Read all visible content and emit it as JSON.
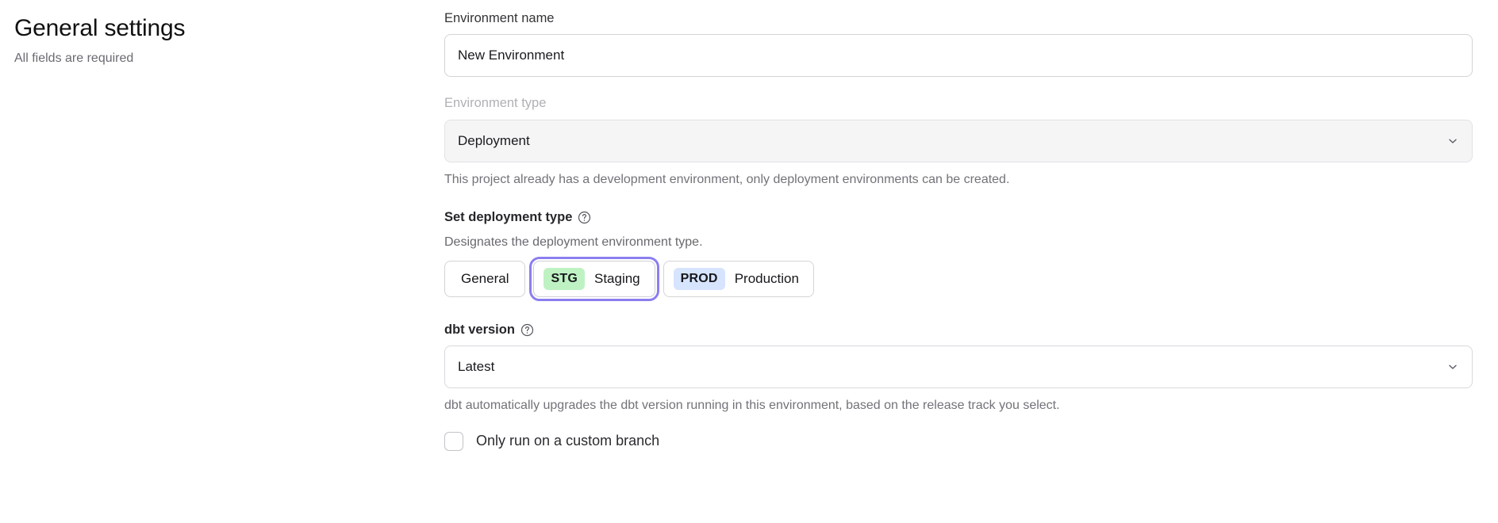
{
  "header": {
    "title": "General settings",
    "subtitle": "All fields are required"
  },
  "form": {
    "environment_name": {
      "label": "Environment name",
      "value": "New Environment",
      "placeholder": "Environment name"
    },
    "environment_type": {
      "label": "Environment type",
      "value": "Deployment",
      "disabled": true,
      "helper": "This project already has a development environment, only deployment environments can be created.",
      "chevron_icon": "chevron-down-icon"
    },
    "deployment_type": {
      "label": "Set deployment type",
      "help_icon": "help-circle-icon",
      "description": "Designates the deployment environment type.",
      "options": [
        {
          "id": "general",
          "badge": "",
          "label": "General",
          "selected": false
        },
        {
          "id": "staging",
          "badge": "STG",
          "label": "Staging",
          "selected": true,
          "badge_color": "#bff2c3"
        },
        {
          "id": "production",
          "badge": "PROD",
          "label": "Production",
          "selected": false,
          "badge_color": "#d6e4fd"
        }
      ],
      "selected_id": "staging"
    },
    "dbt_version": {
      "label": "dbt version",
      "help_icon": "help-circle-icon",
      "value": "Latest",
      "helper": "dbt automatically upgrades the dbt version running in this environment, based on the release track you select.",
      "chevron_icon": "chevron-down-icon"
    },
    "custom_branch": {
      "label": "Only run on a custom branch",
      "checked": false
    }
  },
  "colors": {
    "focus_ring": "#8b7ef0",
    "staging_badge": "#bff2c3",
    "production_badge": "#d6e4fd",
    "disabled_bg": "#f5f5f6"
  }
}
